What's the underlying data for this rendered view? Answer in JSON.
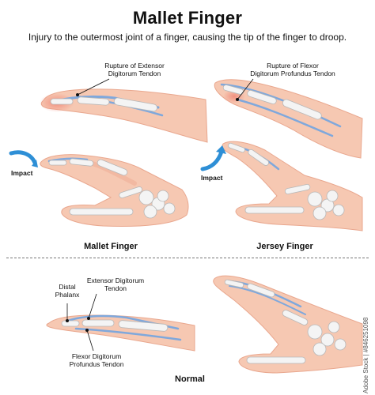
{
  "title": "Mallet Finger",
  "subtitle": "Injury to the outermost joint of a finger, causing the tip of the finger to droop.",
  "labels": {
    "rupture_extensor": "Rupture of Extensor\nDigitorum Tendon",
    "rupture_flexor": "Rupture of Flexor\nDigitorum Profundus Tendon",
    "impact_left": "Impact",
    "impact_right": "Impact",
    "distal_phalanx": "Distal\nPhalanx",
    "extensor_tendon": "Extensor Digitorum\nTendon",
    "flexor_tendon": "Flexor Digitorum\nProfundus Tendon"
  },
  "captions": {
    "mallet": "Mallet Finger",
    "jersey": "Jersey Finger",
    "normal": "Normal"
  },
  "stock_id": "Adobe Stock | #846251098",
  "colors": {
    "skin": "#f6c8b2",
    "skin_shadow": "#e9a78e",
    "bone": "#f4f4f4",
    "bone_outline": "#b8b8b8",
    "tendon": "#7fa8dc",
    "injury": "#f08a7a",
    "impact_arrow": "#2e8fd6"
  }
}
